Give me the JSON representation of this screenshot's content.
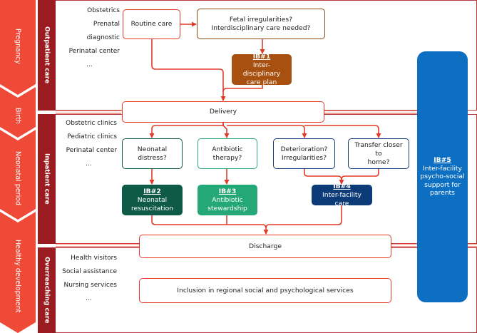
{
  "phases": [
    "Pregnancy",
    "Birth",
    "Neonatal period",
    "Healthy development"
  ],
  "sections": {
    "outpatient": {
      "label": "Outpatient care",
      "providers": [
        "Obstetrics",
        "Prenatal diagnostic",
        "Perinatal center",
        "..."
      ]
    },
    "inpatient": {
      "label": "Inpatient care",
      "providers": [
        "Obstetric clinics",
        "Pediatric clinics",
        "Perinatal center",
        "..."
      ]
    },
    "overreaching": {
      "label": "Overreaching care",
      "providers": [
        "Health visitors",
        "Social assistance",
        "Nursing services",
        "..."
      ]
    }
  },
  "nodes": {
    "routine_care": "Routine care",
    "fetal_line1": "Fetal irregularities?",
    "fetal_line2": "Interdisciplinary care needed?",
    "delivery": "Delivery",
    "neonatal_distress": "Neonatal distress?",
    "antibiotic_line1": "Antibiotic",
    "antibiotic_line2": "therapy?",
    "deterioration_line1": "Deterioration?",
    "deterioration_line2": "Irregularities?",
    "transfer_line1": "Transfer closer to",
    "transfer_line2": "home?",
    "discharge": "Discharge",
    "inclusion": "Inclusion in regional social and psychological services"
  },
  "ib": {
    "ib1": {
      "id": "IB#1",
      "lines": [
        "Inter-disciplinary",
        "care plan"
      ]
    },
    "ib2": {
      "id": "IB#2",
      "lines": [
        "Neonatal",
        "resuscitation"
      ]
    },
    "ib3": {
      "id": "IB#3",
      "lines": [
        "Antibiotic",
        "stewardship"
      ]
    },
    "ib4": {
      "id": "IB#4",
      "lines": [
        "Inter-facility care"
      ]
    },
    "ib5": {
      "id": "IB#5",
      "lines": [
        "Inter-facility",
        "psycho-social",
        "support for",
        "parents"
      ]
    }
  },
  "colors": {
    "chevron": "#ef4a38",
    "section_bar": "#9b1c20",
    "frame": "#b73a43",
    "arrow": "#e23b2a",
    "ib1": "#a8500f",
    "ib2": "#0f5a47",
    "ib3": "#25a878",
    "ib4": "#0d3b78",
    "ib5": "#0d6fc2"
  }
}
